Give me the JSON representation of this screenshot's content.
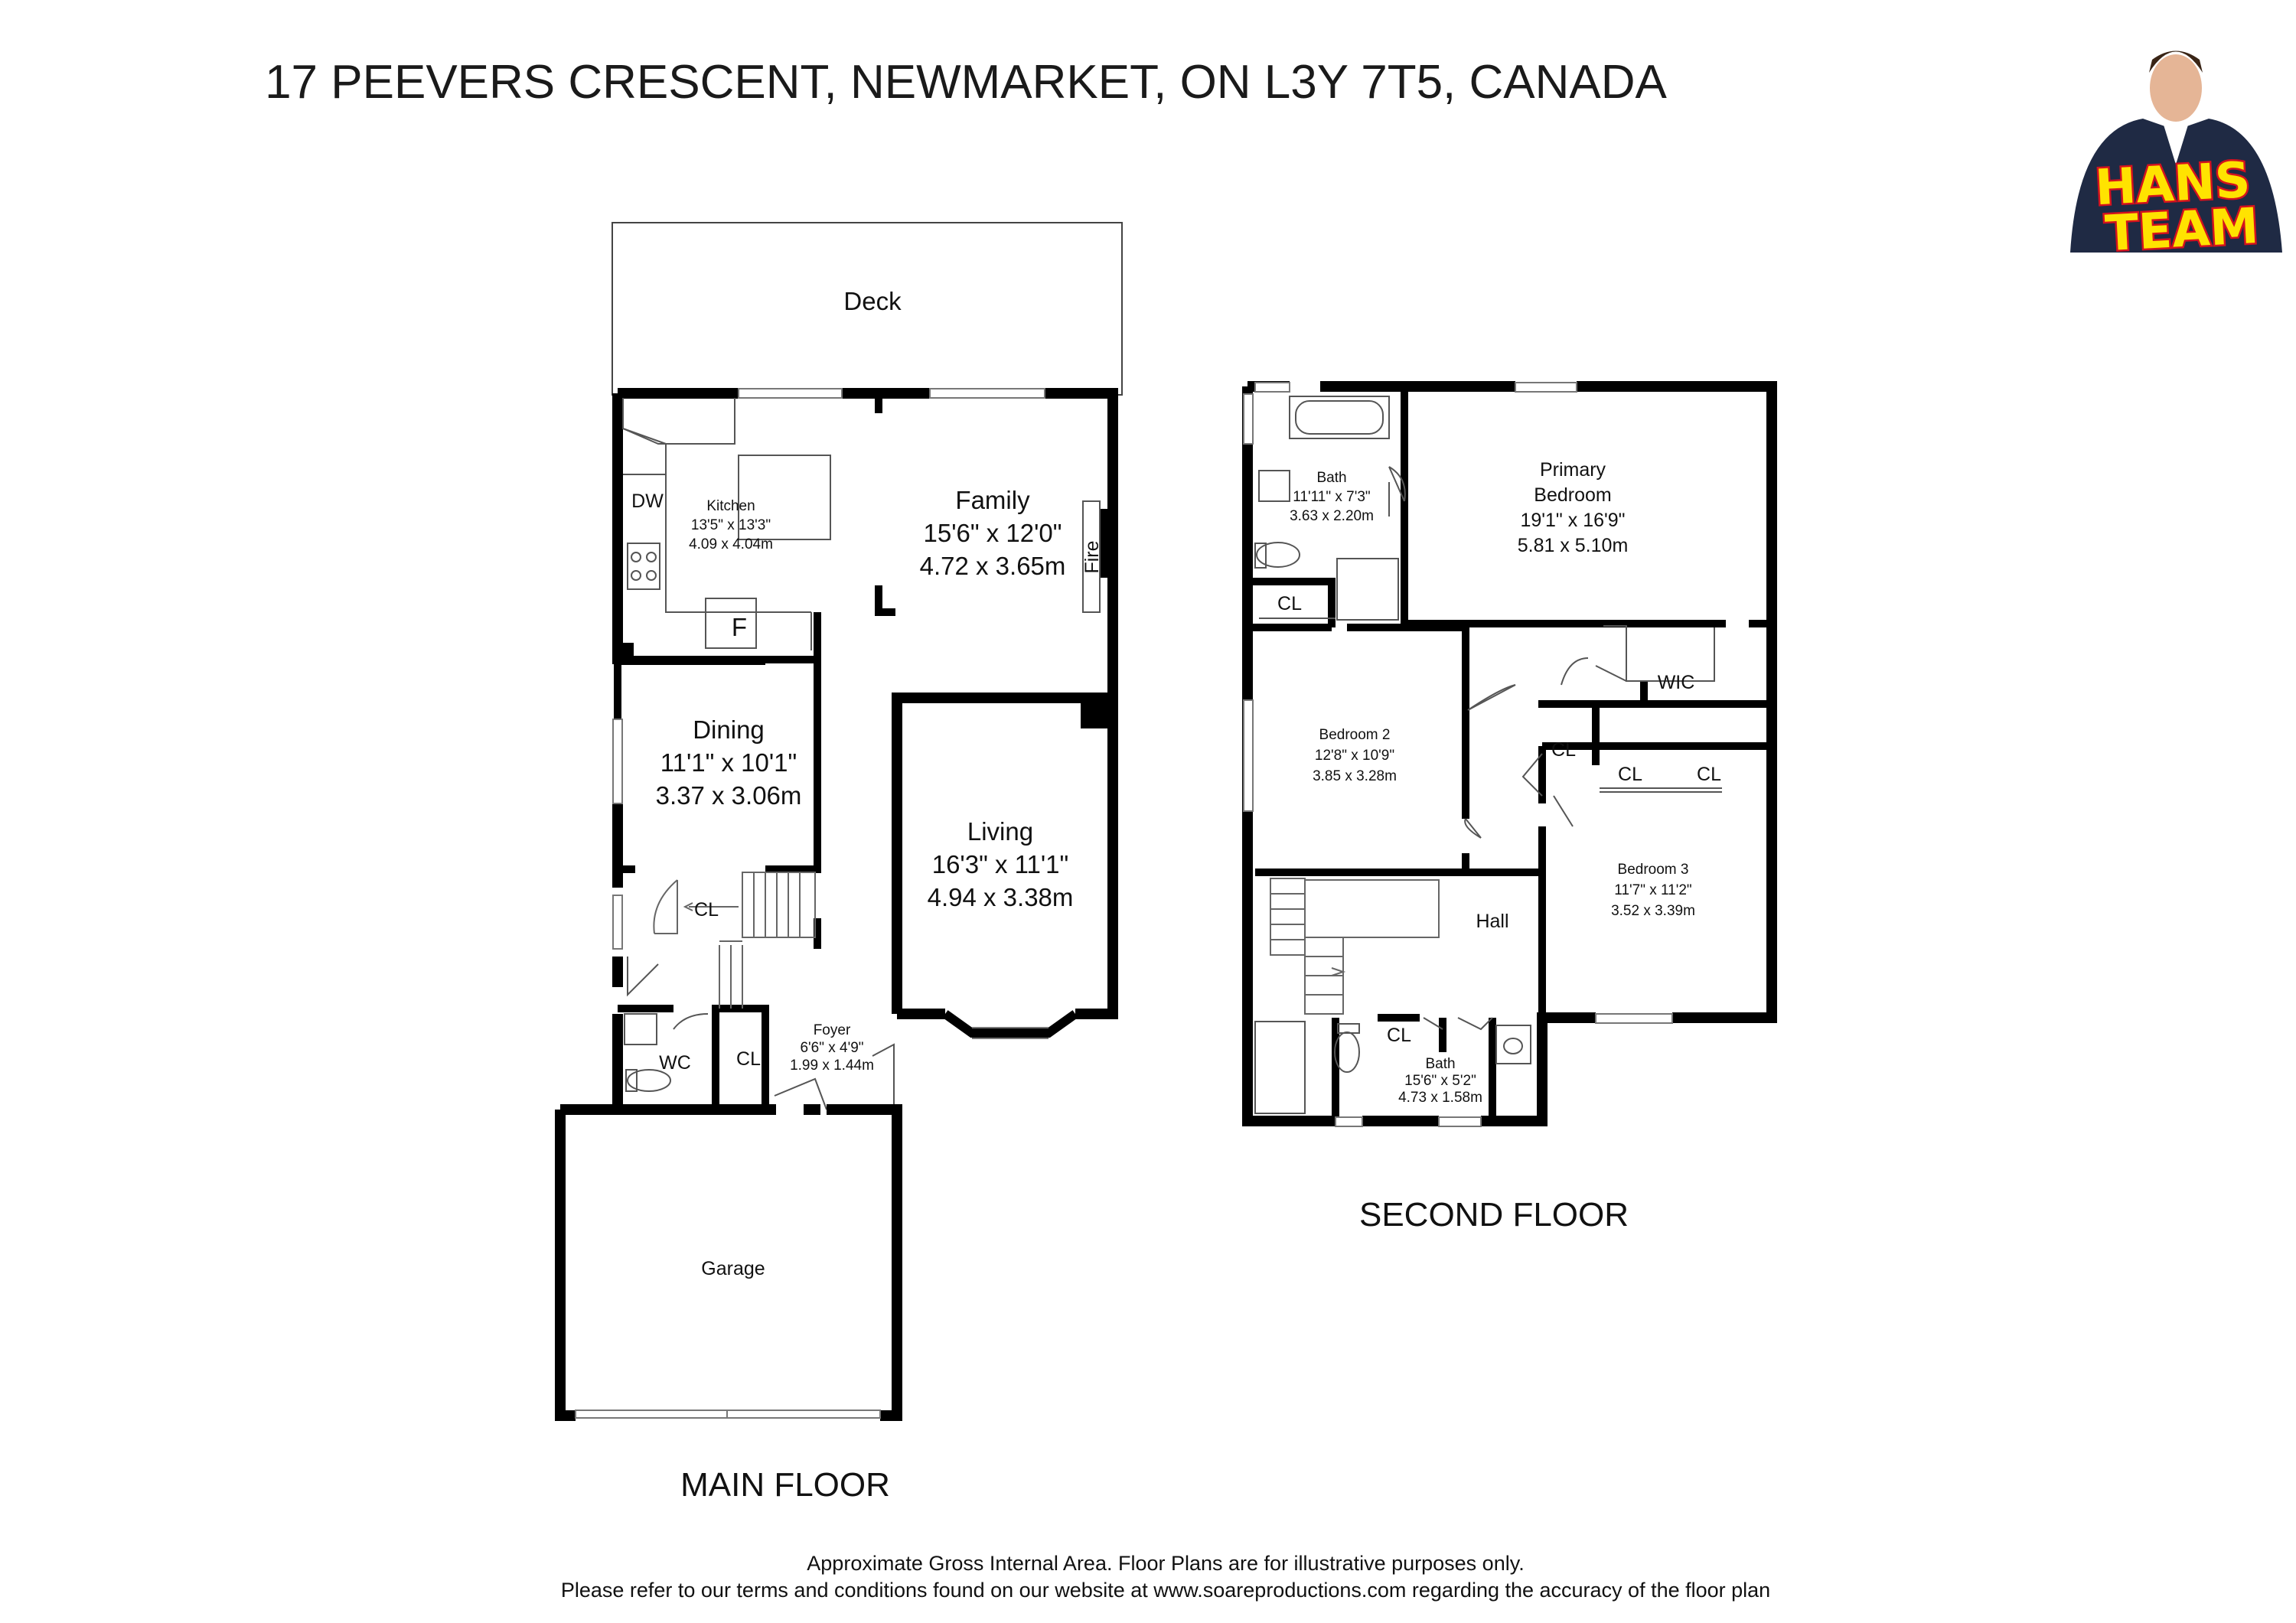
{
  "header": {
    "address": "17 PEEVERS CRESCENT, NEWMARKET, ON L3Y 7T5, CANADA",
    "logo_line1": "HANS",
    "logo_line2": "TEAM"
  },
  "main_floor": {
    "label": "MAIN FLOOR",
    "rooms": {
      "deck": {
        "name": "Deck"
      },
      "kitchen": {
        "name": "Kitchen",
        "imperial": "13'5\" x 13'3\"",
        "metric": "4.09 x 4.04m"
      },
      "dw": {
        "name": "DW"
      },
      "fridge": {
        "name": "F"
      },
      "family": {
        "name": "Family",
        "imperial": "15'6\" x 12'0\"",
        "metric": "4.72 x 3.65m"
      },
      "fire": {
        "name": "Fire"
      },
      "dining": {
        "name": "Dining",
        "imperial": "11'1\" x 10'1\"",
        "metric": "3.37 x 3.06m"
      },
      "living": {
        "name": "Living",
        "imperial": "16'3\" x 11'1\"",
        "metric": "4.94 x 3.38m"
      },
      "stair_closet": {
        "name": "CL"
      },
      "wc": {
        "name": "WC"
      },
      "foyer_closet": {
        "name": "CL"
      },
      "foyer": {
        "name": "Foyer",
        "imperial": "6'6\" x 4'9\"",
        "metric": "1.99 x 1.44m"
      },
      "garage": {
        "name": "Garage"
      }
    }
  },
  "second_floor": {
    "label": "SECOND FLOOR",
    "rooms": {
      "bath1": {
        "name": "Bath",
        "imperial": "11'11\" x 7'3\"",
        "metric": "3.63 x 2.20m"
      },
      "primary": {
        "name_line1": "Primary",
        "name_line2": "Bedroom",
        "imperial": "19'1\" x 16'9\"",
        "metric": "5.81 x 5.10m"
      },
      "linen_closet": {
        "name": "CL"
      },
      "wic": {
        "name": "WIC"
      },
      "bedroom2": {
        "name": "Bedroom 2",
        "imperial": "12'8\" x 10'9\"",
        "metric": "3.85 x 3.28m"
      },
      "hall_closet": {
        "name": "CL"
      },
      "bed3_closet_a": {
        "name": "CL"
      },
      "bed3_closet_b": {
        "name": "CL"
      },
      "bedroom3": {
        "name": "Bedroom 3",
        "imperial": "11'7\" x 11'2\"",
        "metric": "3.52 x 3.39m"
      },
      "hall": {
        "name": "Hall"
      },
      "bath2_closet": {
        "name": "CL"
      },
      "bath2": {
        "name": "Bath",
        "imperial": "15'6\" x 5'2\"",
        "metric": "4.73 x 1.58m"
      }
    }
  },
  "footer": {
    "line1": "Approximate Gross Internal Area. Floor Plans are for illustrative purposes only.",
    "line2": "Please refer to our terms and conditions found on our website at www.soareproductions.com regarding the accuracy of the floor plan"
  }
}
